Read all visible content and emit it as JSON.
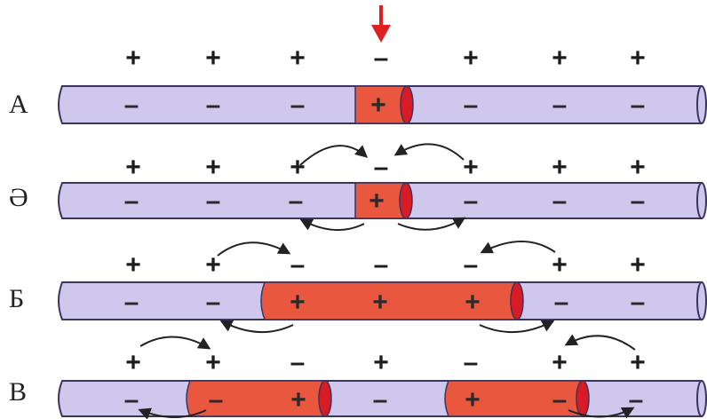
{
  "colors": {
    "axon_fill": "#cfc8ec",
    "axon_stroke": "#3a3560",
    "excited_fill": "#e9573f",
    "excited_edge": "#d81b25",
    "arrow_red": "#e02020",
    "arrow_black": "#222222"
  },
  "rows": [
    {
      "label": "А",
      "outer": [
        "+",
        "+",
        "+",
        "–",
        "+",
        "+",
        "+"
      ],
      "inner": [
        "–",
        "–",
        "–",
        "+",
        "–",
        "–",
        "–"
      ]
    },
    {
      "label": "Ә",
      "outer": [
        "+",
        "+",
        "+",
        "–",
        "+",
        "+",
        "+"
      ],
      "inner": [
        "–",
        "–",
        "–",
        "+",
        "–",
        "–",
        "–"
      ]
    },
    {
      "label": "Б",
      "outer": [
        "+",
        "+",
        "–",
        "–",
        "–",
        "+",
        "+"
      ],
      "inner": [
        "–",
        "–",
        "+",
        "+",
        "+",
        "–",
        "–"
      ]
    },
    {
      "label": "В",
      "outer": [
        "+",
        "+",
        "–",
        "+",
        "–",
        "+",
        "+"
      ],
      "inner": [
        "–",
        "–",
        "+",
        "–",
        "+",
        "–",
        "–"
      ]
    }
  ]
}
